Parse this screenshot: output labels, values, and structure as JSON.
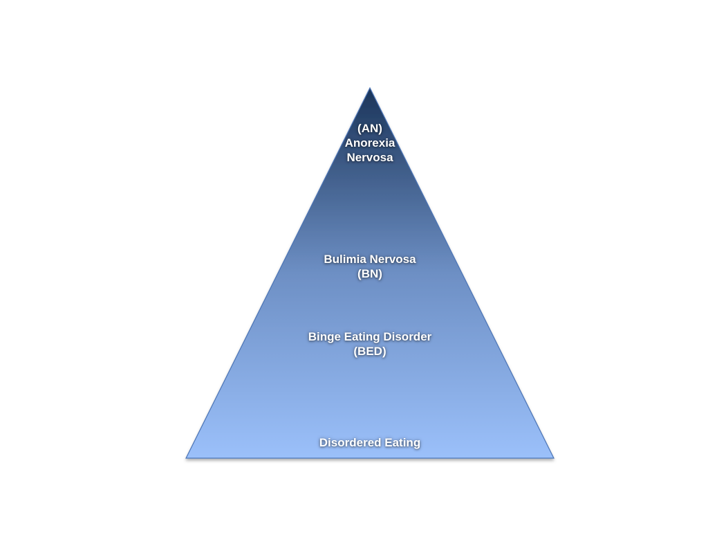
{
  "pyramid": {
    "colors": {
      "top": "#1b355a",
      "middle": "#6d8fc4",
      "bottom": "#9bc0fa",
      "edge": "#4a73b5"
    },
    "tiers": [
      {
        "key": "an",
        "lines": [
          "(AN)",
          "Anorexia",
          "Nervosa"
        ]
      },
      {
        "key": "bn",
        "lines": [
          "Bulimia Nervosa",
          "(BN)"
        ]
      },
      {
        "key": "bed",
        "lines": [
          "Binge Eating Disorder",
          "(BED)"
        ]
      },
      {
        "key": "de",
        "lines": [
          "Disordered Eating"
        ]
      }
    ]
  }
}
